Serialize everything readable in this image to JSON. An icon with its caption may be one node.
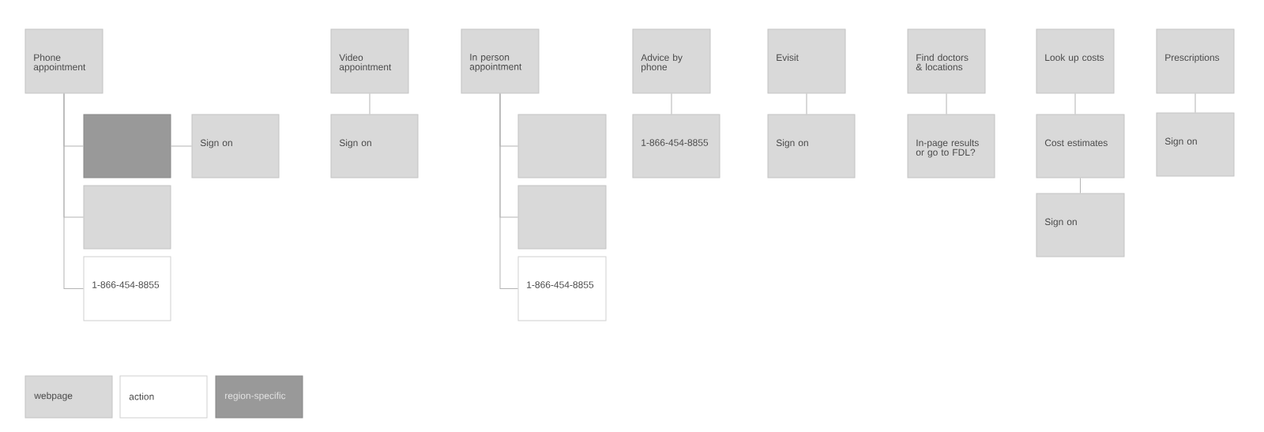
{
  "diagram": {
    "nodes": [
      {
        "text": [
          "Phone appointment"
        ]
      },
      {
        "text": [],
        "shape": "box"
      },
      {
        "text": [
          "Sign on"
        ]
      },
      {
        "text": [],
        "shape": "box"
      },
      {
        "text": [
          "1-866-454-8855"
        ]
      },
      {
        "text": [
          "Video appointment"
        ]
      },
      {
        "text": [
          "Sign on"
        ]
      },
      {
        "text": [
          "In person appointment"
        ]
      },
      {
        "text": [],
        "shape": "box"
      },
      {
        "text": [],
        "shape": "box"
      },
      {
        "text": [
          "1-866-454-8855"
        ]
      },
      {
        "text": [
          "Advice by phone"
        ]
      },
      {
        "text": [
          "1-866-454-8855"
        ]
      },
      {
        "text": [
          "Evisit"
        ]
      },
      {
        "text": [
          "Sign on"
        ]
      },
      {
        "text": [
          "Find doctors & locations"
        ]
      },
      {
        "text": [
          "In-page results or go to FDL?"
        ]
      },
      {
        "text": [
          "Look up costs"
        ]
      },
      {
        "text": [
          "Cost estimates"
        ]
      },
      {
        "text": [
          "Sign on"
        ]
      },
      {
        "text": [
          "Prescriptions"
        ]
      },
      {
        "text": [
          "Sign on"
        ]
      }
    ],
    "edges": [
      {
        "from": 0,
        "to": 1,
        "arrow": "none"
      },
      {
        "from": 0,
        "to": 3,
        "arrow": "none"
      },
      {
        "from": 0,
        "to": 4,
        "arrow": "none"
      },
      {
        "from": 1,
        "to": 2,
        "arrow": "none"
      },
      {
        "from": 5,
        "to": 6,
        "arrow": "none"
      },
      {
        "from": 7,
        "to": 8,
        "arrow": "none"
      },
      {
        "from": 7,
        "to": 9,
        "arrow": "none"
      },
      {
        "from": 7,
        "to": 10,
        "arrow": "none"
      },
      {
        "from": 11,
        "to": 12,
        "arrow": "none"
      },
      {
        "from": 13,
        "to": 14,
        "arrow": "none"
      },
      {
        "from": 15,
        "to": 16,
        "arrow": "none"
      },
      {
        "from": 17,
        "to": 18,
        "arrow": "none"
      },
      {
        "from": 18,
        "to": 19,
        "arrow": "none"
      },
      {
        "from": 20,
        "to": 21,
        "arrow": "none"
      }
    ],
    "legend": [
      {
        "text": "webpage",
        "color": "#d9d9d9"
      },
      {
        "text": "action"
      },
      {
        "text": "region-specific",
        "color": "#999999"
      }
    ]
  }
}
